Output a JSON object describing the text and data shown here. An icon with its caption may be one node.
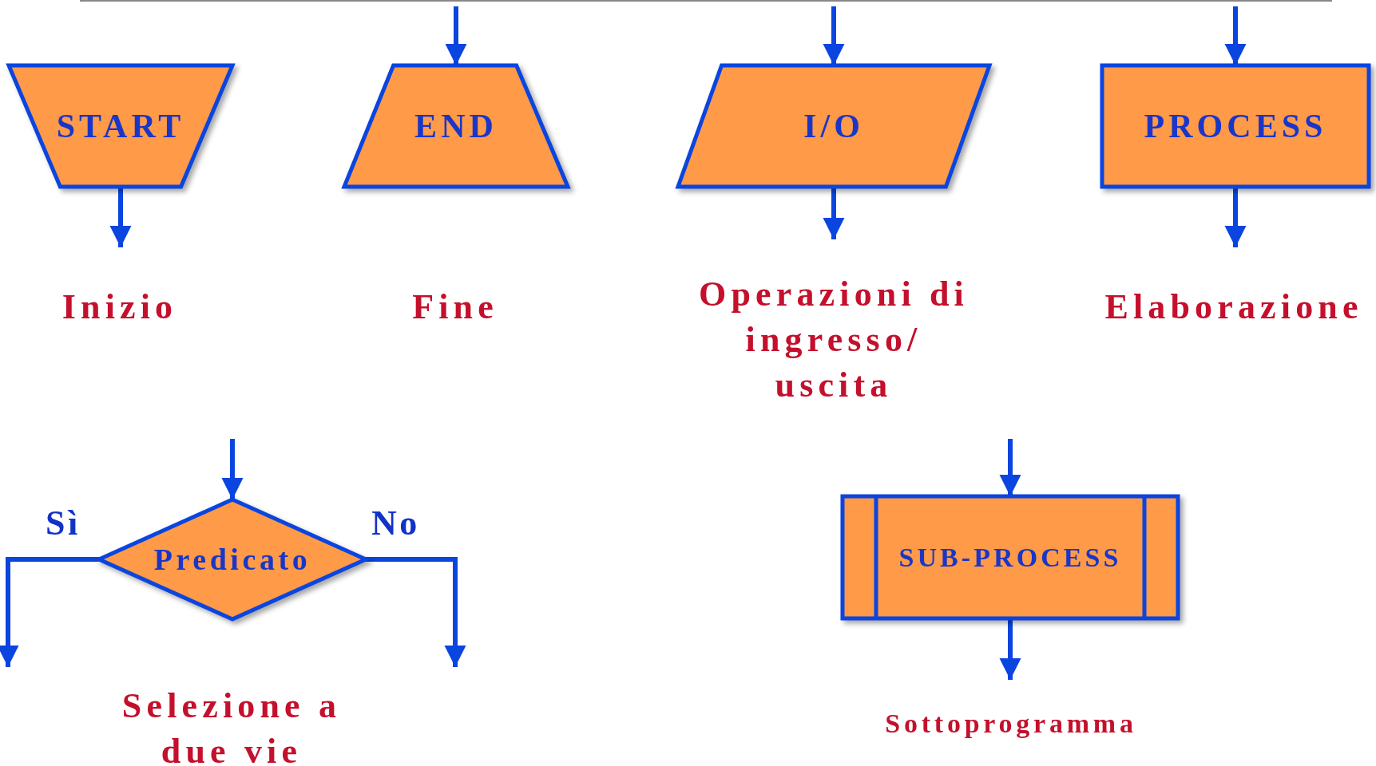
{
  "diagram": {
    "nodes": [
      {
        "text": [
          "START"
        ],
        "beside": [
          "Inizio"
        ]
      },
      {
        "text": [
          "END"
        ],
        "beside": [
          "Fine"
        ]
      },
      {
        "text": [
          "I/O"
        ],
        "beside": [
          "Operazioni di ingresso/ uscita"
        ]
      },
      {
        "text": [
          "PROCESS"
        ],
        "beside": [
          "Elaborazione"
        ]
      },
      {
        "text": [
          "Predicato"
        ],
        "beside": [
          "Selezione a due vie"
        ]
      },
      {
        "text": [
          "SUB-PROCESS"
        ],
        "beside": [
          "Sottoprogramma"
        ]
      }
    ],
    "edges": [
      {
        "from": 0,
        "to": null,
        "arrow": "to"
      },
      {
        "from": null,
        "to": 1,
        "arrow": "to"
      },
      {
        "from": null,
        "to": 2,
        "arrow": "to"
      },
      {
        "from": 2,
        "to": null,
        "arrow": "to"
      },
      {
        "from": null,
        "to": 3,
        "arrow": "to"
      },
      {
        "from": 3,
        "to": null,
        "arrow": "to"
      },
      {
        "from": null,
        "to": 4,
        "arrow": "to"
      },
      {
        "from": 4,
        "to": null,
        "arrow": "to",
        "label": "Sì"
      },
      {
        "from": 4,
        "to": null,
        "arrow": "to",
        "label": "No"
      },
      {
        "from": null,
        "to": 5,
        "arrow": "to"
      },
      {
        "from": 5,
        "to": null,
        "arrow": "to"
      }
    ]
  }
}
